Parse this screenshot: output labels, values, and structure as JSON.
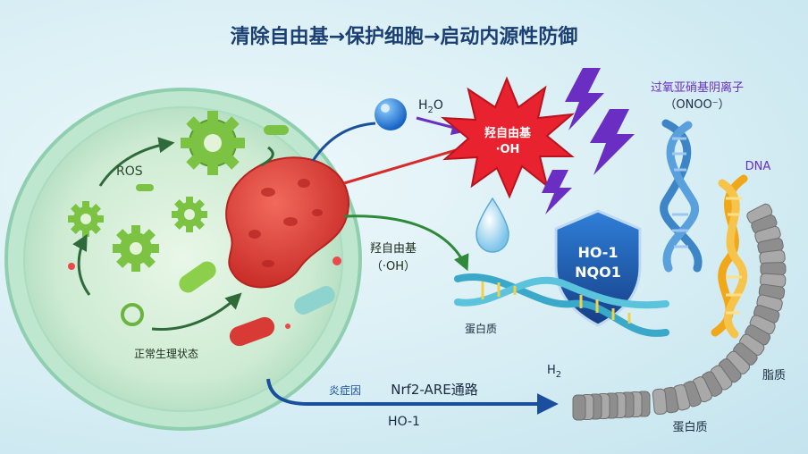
{
  "title": "清除自由基→保护细胞→启动内源性防御",
  "cell": {
    "ros_label": "ROS",
    "normal_state_label": "正常生理状态"
  },
  "hydroxyl_burst": {
    "line1": "羟自由基",
    "line2": "·OH"
  },
  "water_label": {
    "base": "H",
    "sub": "2",
    "tail": "O"
  },
  "hydroxyl_label": {
    "line1": "羟自由基",
    "line2": "（·OH）"
  },
  "peroxynitrite": {
    "line1": "过氧亚硝基阴离子",
    "line2": "（ONOO⁻）"
  },
  "dna_label": "DNA",
  "shield": {
    "line1": "HO-1",
    "line2": "NQO1"
  },
  "protein_label_1": "蛋白质",
  "hydrogen_label": {
    "base": "H",
    "sub": "2"
  },
  "lipid_label": "脂质",
  "protein_label_2": "蛋白质",
  "pathway": {
    "inflammation_label": "炎症因",
    "nrf2_label": "Nrf2-ARE通路",
    "ho1_label": "HO-1"
  },
  "colors": {
    "title": "#1c3f73",
    "cell_membrane": "#8fcfb0",
    "cell_inner": "#d6f0da",
    "rbc": "#e0453f",
    "burst": "#e8232f",
    "lightning": "#6a2ec2",
    "shield": "#1f5fb0",
    "dna_blue": "#3d85c6",
    "dna_orange": "#f0a81a",
    "arrow_blue": "#1a4f9e",
    "arrow_green": "#2e8a3a",
    "lipid": "#9c9c9c"
  }
}
